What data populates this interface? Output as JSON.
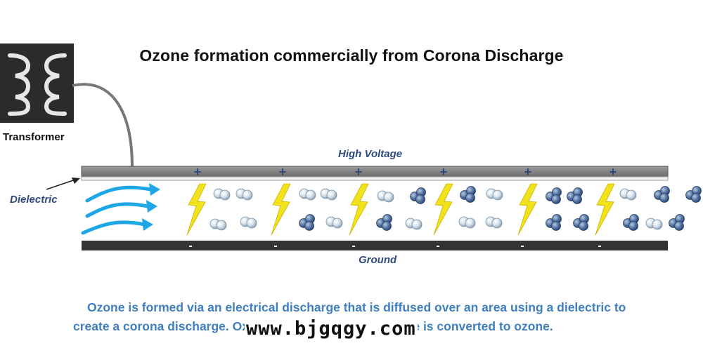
{
  "title": "Ozone formation commercially from Corona Discharge",
  "transformer_label": "Transformer",
  "high_voltage_label": "High Voltage",
  "ground_label": "Ground",
  "dielectric_label": "Dielectric",
  "plus_sign": "+",
  "minus_sign": "-",
  "caption_line1": "Ozone is formed via an electrical discharge that is diffused over an area using a dielectric to",
  "caption_line2": "create a corona discharge. Oxygen in the corona discharge is converted to ozone.",
  "watermark": "www.bjgqgy.com",
  "colors": {
    "text_blue": "#2e4a7d",
    "caption_blue": "#3f7fc0",
    "arrow_blue": "#1ea7e6",
    "bolt_yellow": "#f2e21b",
    "plate_gray": "#7a7a7a",
    "ground_dark": "#333333"
  },
  "icons": [
    "transformer-coil-icon",
    "lightning-bolt-icon",
    "oxygen-molecule-icon",
    "ozone-molecule-icon",
    "airflow-arrow-icon"
  ]
}
